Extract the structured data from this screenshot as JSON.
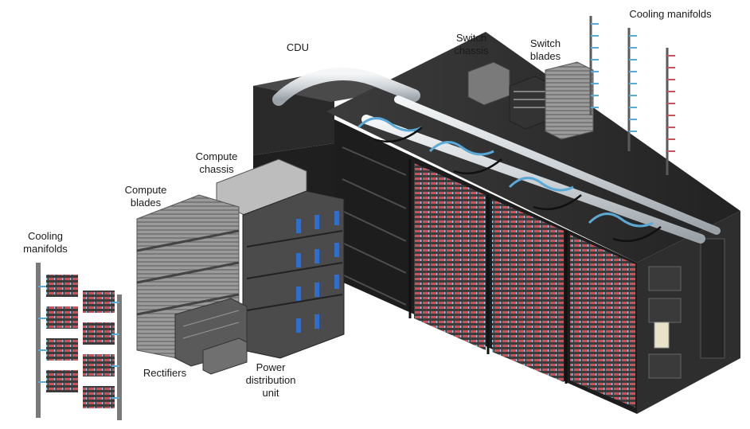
{
  "labels": {
    "cdu": "CDU",
    "switch_chassis": "Switch\nchassis",
    "switch_blades": "Switch\nblades",
    "cooling_manifolds_top": "Cooling manifolds",
    "compute_chassis": "Compute\nchassis",
    "compute_blades": "Compute\nblades",
    "cooling_manifolds_left": "Cooling\nmanifolds",
    "rectifiers": "Rectifiers",
    "power_distribution_unit": "Power\ndistribution\nunit"
  },
  "colors": {
    "cabinet_body": "#2b2b2b",
    "cabinet_side": "#3a3a3a",
    "blade_gray": "#8c8c8c",
    "blade_dark": "#4a4a4a",
    "coolant_pipe": "#d9dde0",
    "hose_blue": "#5aa9d6",
    "hose_red": "#c9535a",
    "accent_blue": "#2c6fd1"
  }
}
